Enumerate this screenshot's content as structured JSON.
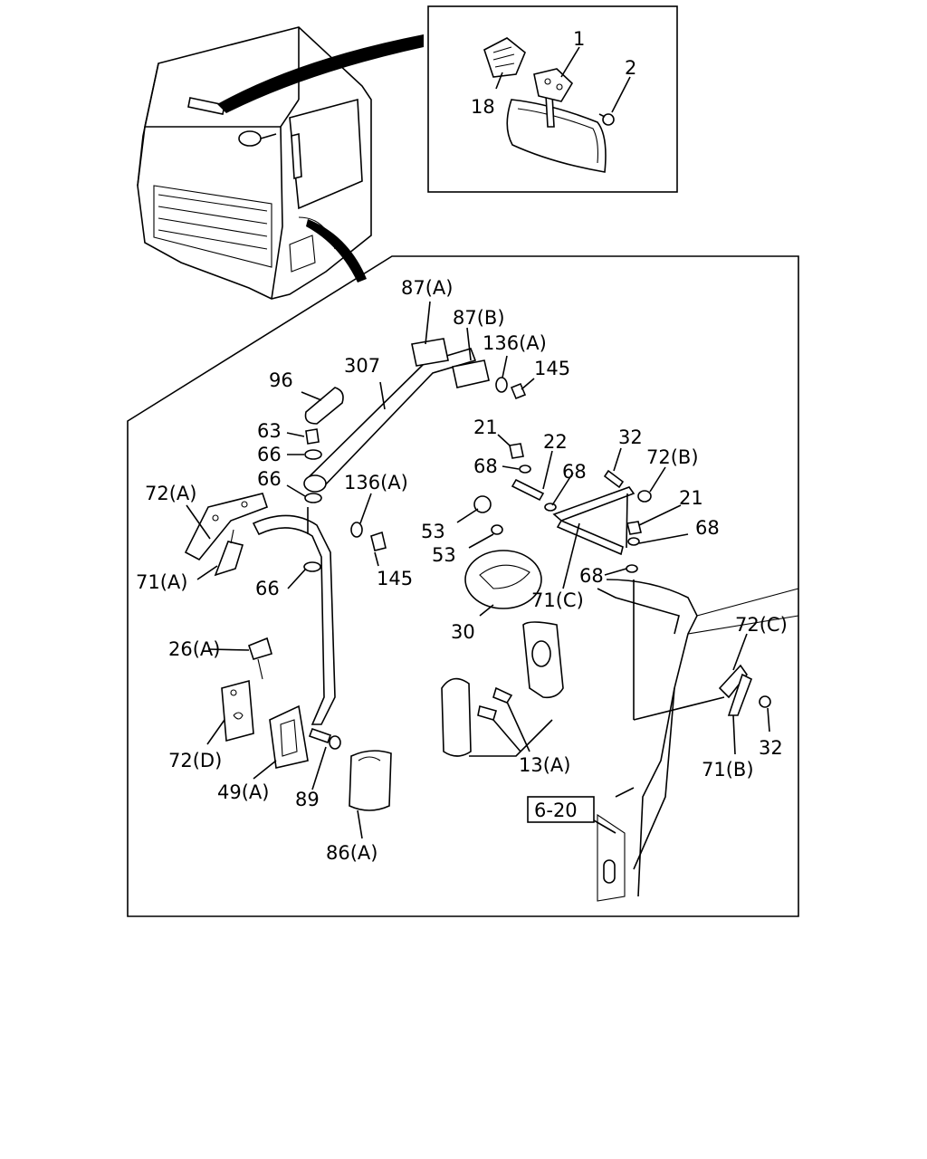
{
  "callouts": {
    "c1": "1",
    "c2": "2",
    "c18": "18",
    "c87a": "87(A)",
    "c87b": "87(B)",
    "c136a_top": "136(A)",
    "c145_top": "145",
    "c307": "307",
    "c96": "96",
    "c63": "63",
    "c66_a": "66",
    "c66_b": "66",
    "c66_c": "66",
    "c72a": "72(A)",
    "c71a": "71(A)",
    "c136a_mid": "136(A)",
    "c145_mid": "145",
    "c21_a": "21",
    "c22": "22",
    "c68_a": "68",
    "c68_b": "68",
    "c68_c": "68",
    "c68_d": "68",
    "c32_a": "32",
    "c72b": "72(B)",
    "c21_b": "21",
    "c53_a": "53",
    "c53_b": "53",
    "c71c": "71(C)",
    "c30": "30",
    "c72c": "72(C)",
    "c26a": "26(A)",
    "c72d": "72(D)",
    "c49a": "49(A)",
    "c89": "89",
    "c86a": "86(A)",
    "c13a": "13(A)",
    "c71b": "71(B)",
    "c32_b": "32",
    "ref": "6-20"
  }
}
